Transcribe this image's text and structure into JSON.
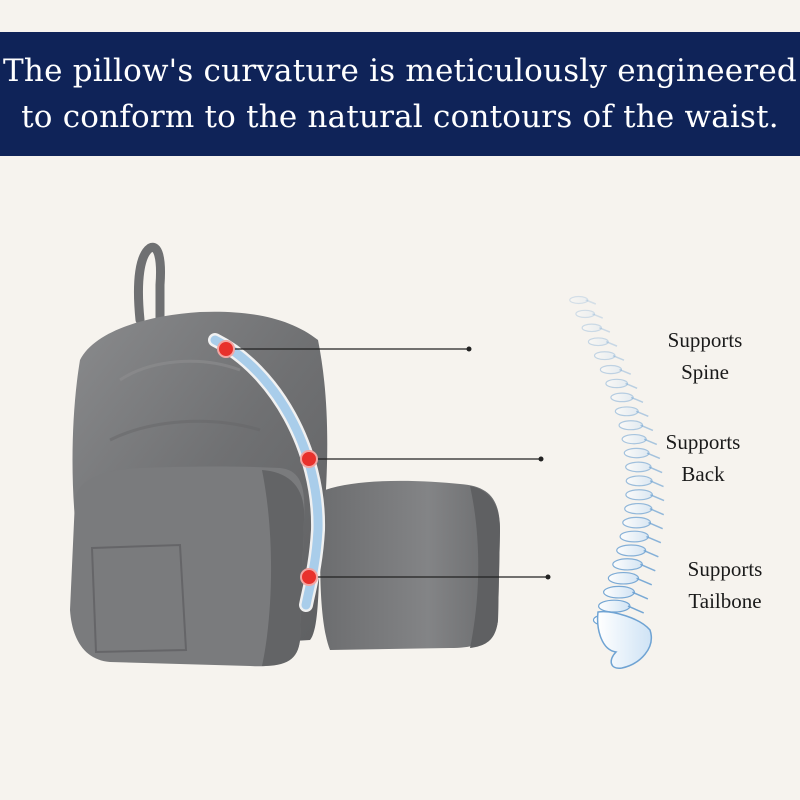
{
  "header": {
    "line1": "The pillow's curvature is meticulously engineered",
    "line2": "to conform to the natural contours of the waist."
  },
  "callouts": [
    {
      "line1": "Supports",
      "line2": "Spine"
    },
    {
      "line1": "Supports",
      "line2": "Back"
    },
    {
      "line1": "Supports",
      "line2": "Tailbone"
    }
  ],
  "colors": {
    "banner": "#0f2358",
    "background": "#f6f3ee",
    "pillow": "#77787a",
    "marker": "#e8312c",
    "spine_curve": "#a9cdea"
  }
}
